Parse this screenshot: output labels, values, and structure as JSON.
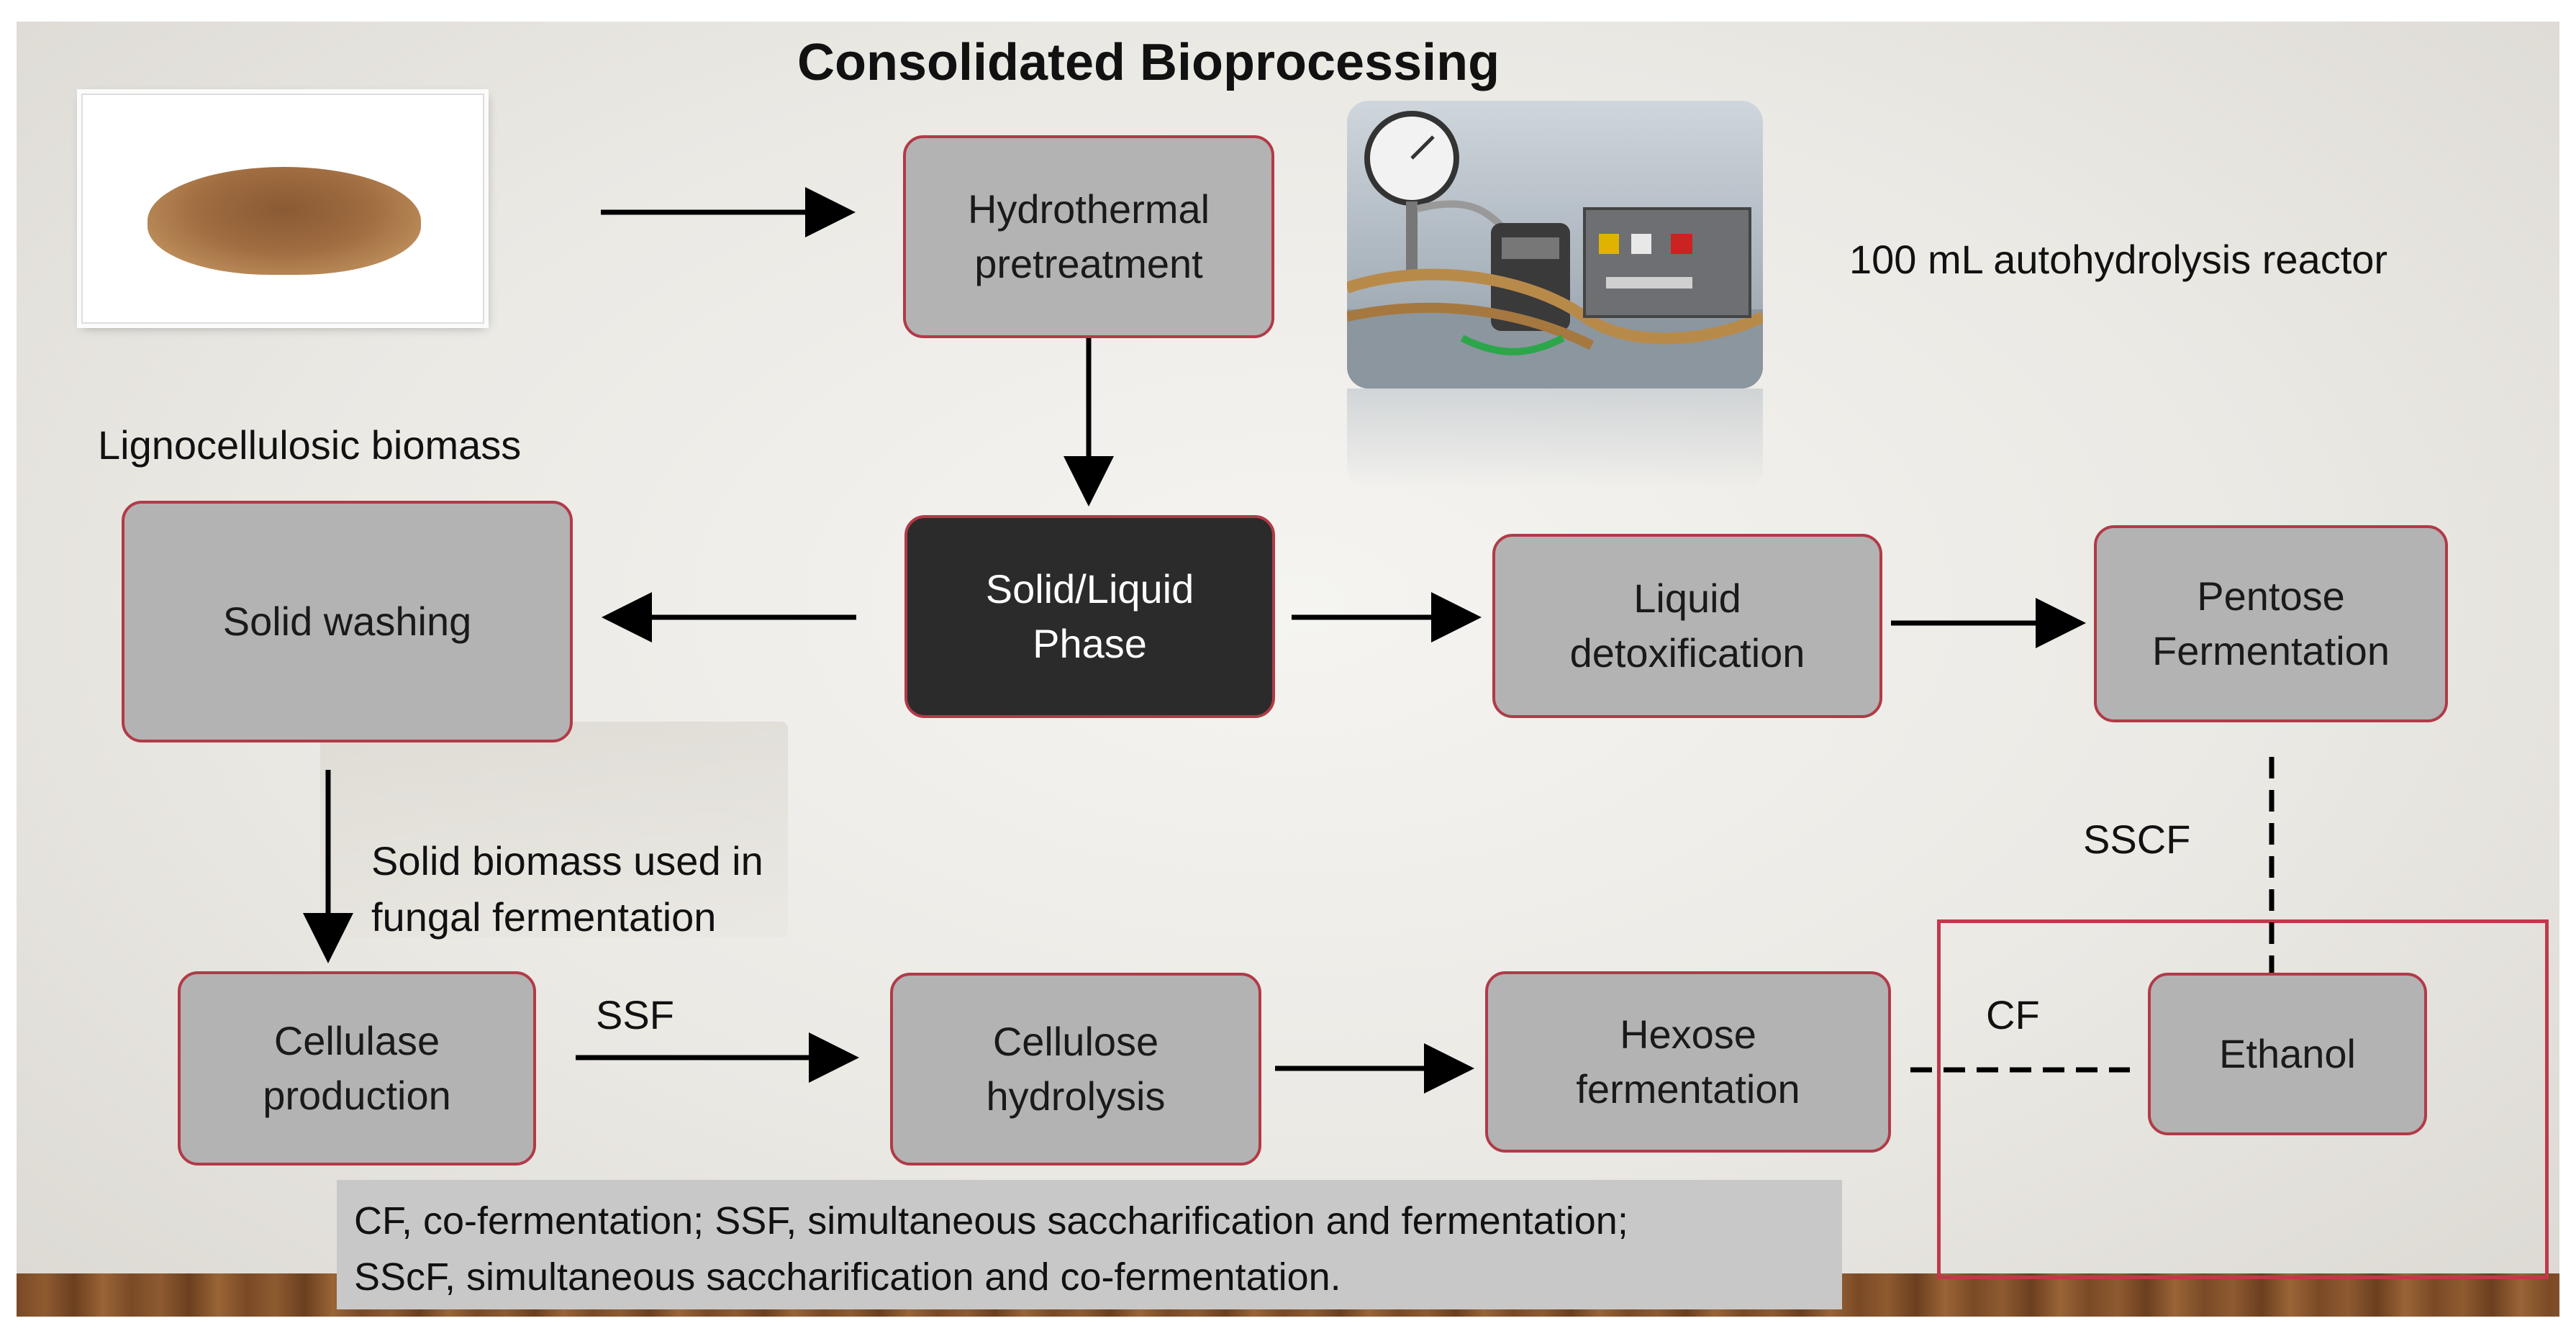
{
  "title": "Consolidated Bioprocessing",
  "labels": {
    "biomass": "Lignocellulosic biomass",
    "reactor": "100 mL autohydrolysis reactor",
    "solid_biomass_note": "Solid biomass used in\nfungal fermentation",
    "ssf": "SSF",
    "sscf": "SSCF",
    "cf": "CF"
  },
  "nodes": {
    "hydrothermal": "Hydrothermal\npretreatment",
    "solid_liquid": "Solid/Liquid\nPhase",
    "solid_washing": "Solid washing",
    "liquid_detox": "Liquid\ndetoxification",
    "pentose": "Pentose\nFermentation",
    "cellulase": "Cellulase\nproduction",
    "cellulose": "Cellulose\nhydrolysis",
    "hexose": "Hexose\nfermentation",
    "ethanol": "Ethanol"
  },
  "legend": "CF, co-fermentation; SSF, simultaneous saccharification and fermentation;\nSScF, simultaneous saccharification and co-fermentation."
}
